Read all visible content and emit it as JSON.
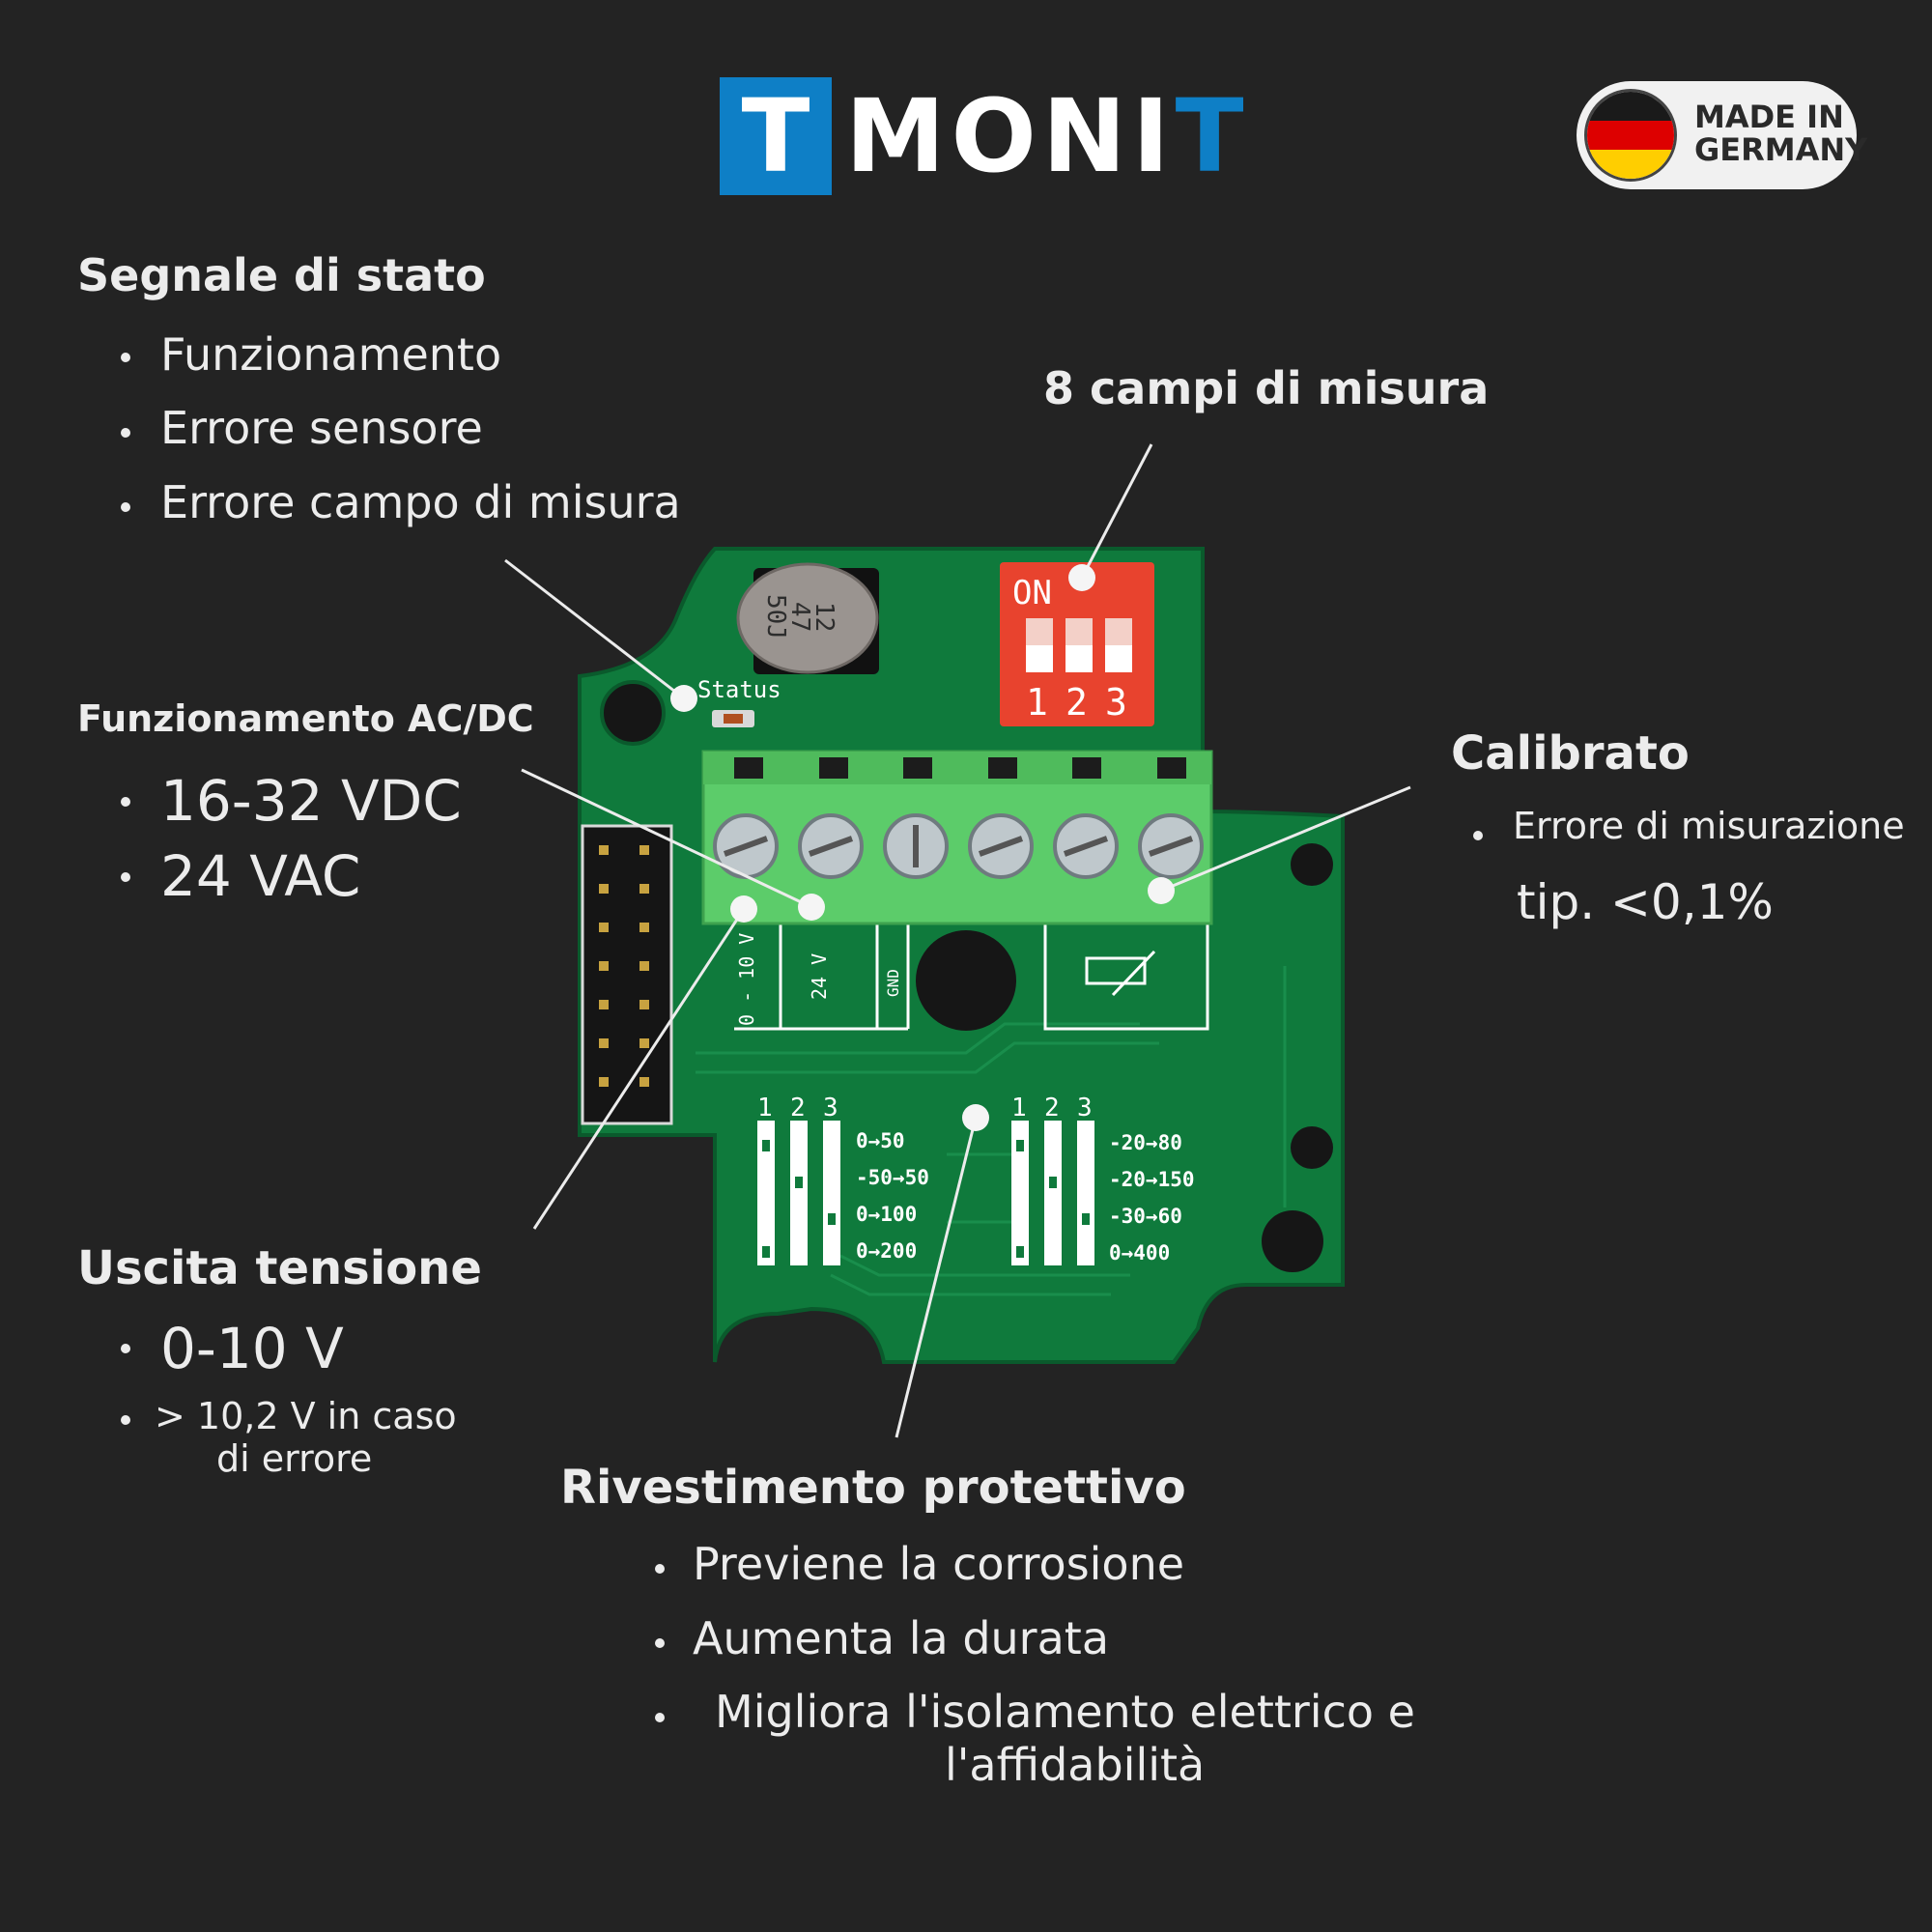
{
  "brand": {
    "logo_first": "T",
    "logo_white": "MONI",
    "logo_blue": "T"
  },
  "badge": {
    "line1": "MADE IN",
    "line2": "GERMANY",
    "flag_colors": [
      "#1a1a1a",
      "#dd0000",
      "#ffce00"
    ]
  },
  "colors": {
    "background": "#232323",
    "brand_blue": "#0e7fc6",
    "pcb_green": "#0f7a3c",
    "terminal_green": "#5ccc6a",
    "dip_red": "#e8432e"
  },
  "sections": {
    "status_signal": {
      "title": "Segnale di stato",
      "items": [
        "Funzionamento",
        "Errore sensore",
        "Errore campo di misura"
      ]
    },
    "measure_ranges": {
      "title": "8 campi di misura"
    },
    "power": {
      "title": "Funzionamento AC/DC",
      "items": [
        "16-32 VDC",
        "24 VAC"
      ]
    },
    "calibrated": {
      "title": "Calibrato",
      "item": "Errore di misurazione",
      "value": "tip. <0,1%"
    },
    "voltage_output": {
      "title": "Uscita tensione",
      "item_main": "0-10 V",
      "item_sub_line1": "> 10,2 V in caso",
      "item_sub_line2": "di errore"
    },
    "coating": {
      "title": "Rivestimento protettivo",
      "items": [
        "Previene la corrosione",
        "Aumenta la durata"
      ],
      "item3_line1": "Migliora l'isolamento elettrico e",
      "item3_line2": "l'affidabilità"
    }
  },
  "pcb": {
    "capacitor_text": [
      "12",
      "47",
      "50J"
    ],
    "status_label": "Status",
    "dip_on": "ON",
    "dip_numbers": [
      "1",
      "2",
      "3"
    ],
    "terminal_labels": [
      "0 - 10 V",
      "24 V",
      "GND"
    ],
    "range_columns": [
      "1",
      "2",
      "3"
    ],
    "ranges_left": [
      "0→50",
      "-50→50",
      "0→100",
      "0→200"
    ],
    "ranges_right": [
      "-20→80",
      "-20→150",
      "-30→60",
      "0→400"
    ]
  }
}
